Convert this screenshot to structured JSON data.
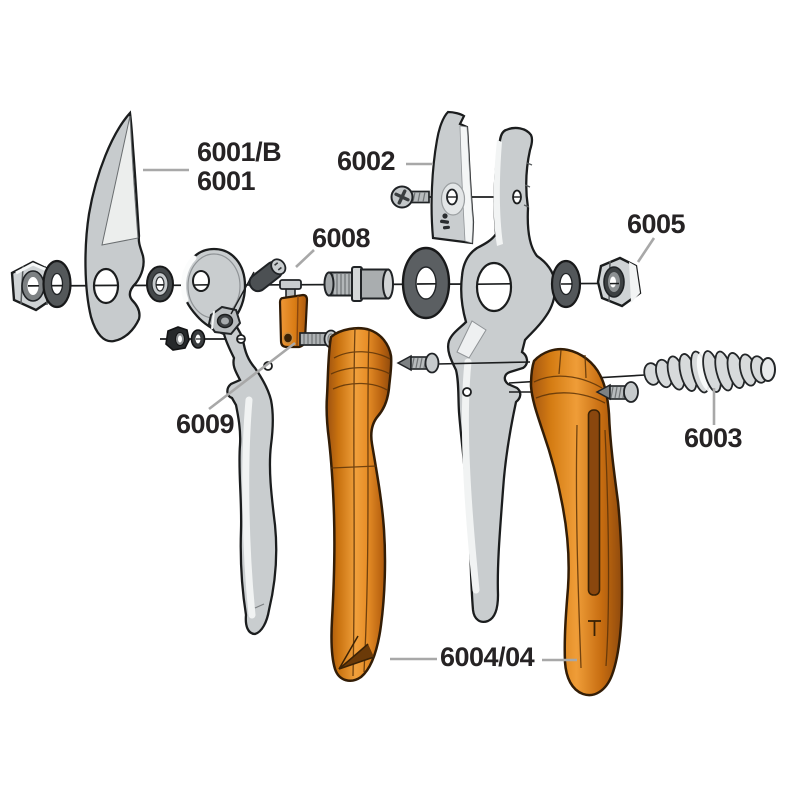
{
  "figure": {
    "labels": {
      "p6001b": "6001/B",
      "p6001": "6001",
      "p6002": "6002",
      "p6003": "6003",
      "p6004": "6004/04",
      "p6005": "6005",
      "p6008": "6008",
      "p6009": "6009"
    },
    "colors": {
      "accent_orange": "#E5821C",
      "part_gray": "#C9CDCF",
      "hardware_dark": "#54585B",
      "leader_line_gray": "#A8A8A8",
      "outline_black": "#1B1D1E",
      "text_black": "#262324"
    }
  }
}
